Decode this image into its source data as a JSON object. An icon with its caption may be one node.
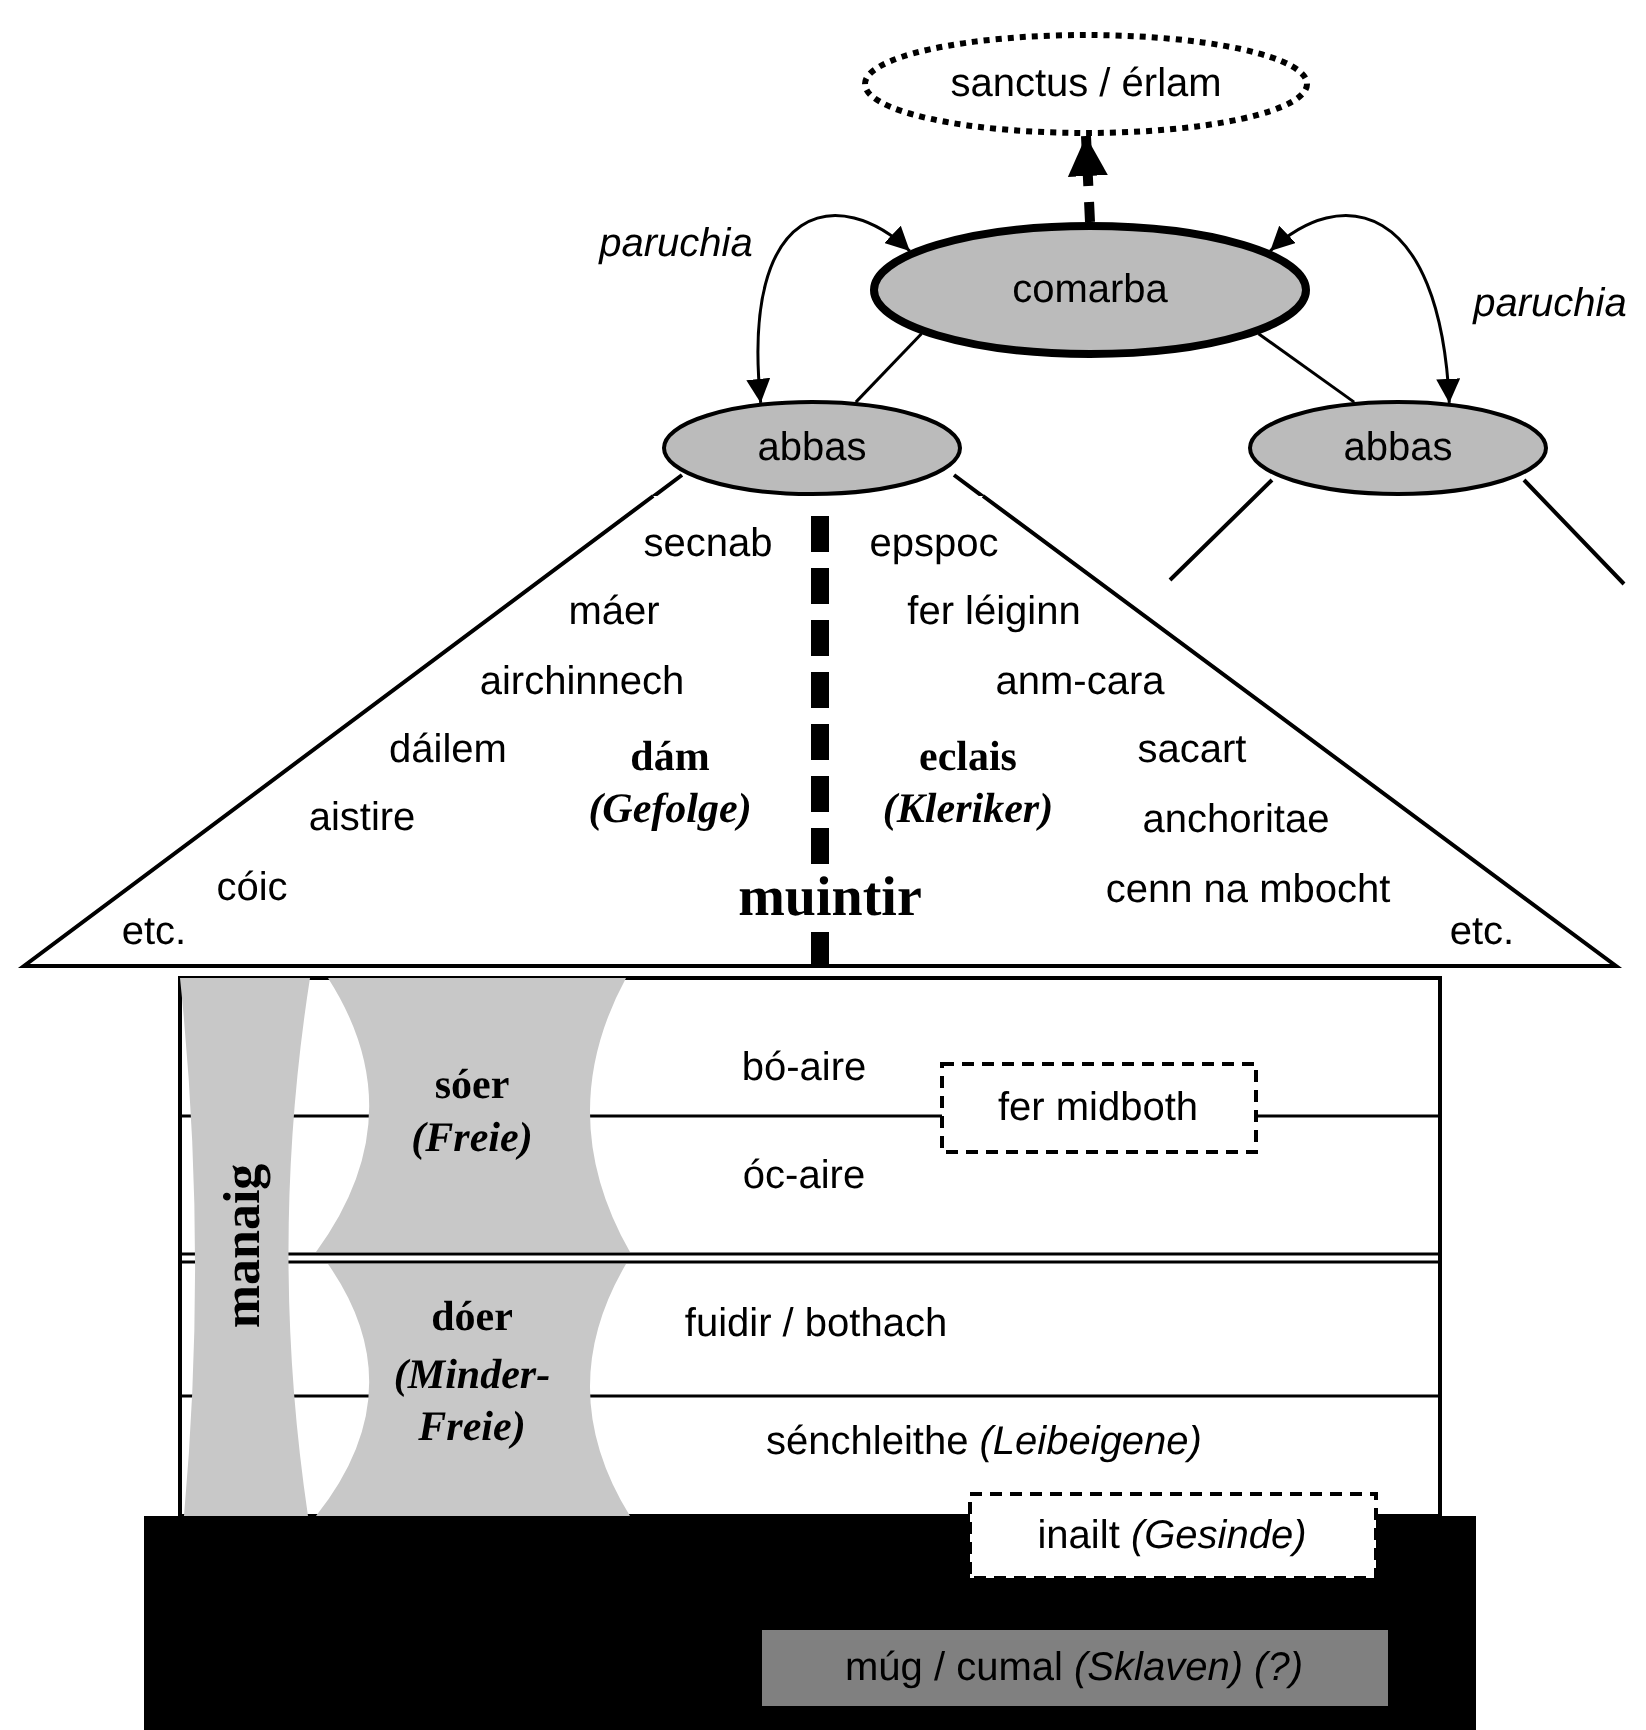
{
  "diagram": {
    "nodes": [
      {
        "text": [
          "sanctus / érlam"
        ]
      },
      {
        "text": [
          "comarba"
        ]
      },
      {
        "text": [
          "abbas"
        ]
      },
      {
        "text": [
          "abbas"
        ]
      },
      {
        "text": [
          "secnab",
          "epspoc",
          "máer",
          "fer léiginn",
          "airchinnech",
          "anm-cara",
          "dáilem",
          "dám *(Gefolge)*",
          "eclais *(Kleriker)*",
          "sacart",
          "aistire",
          "anchoritae",
          "cóic",
          "muintir",
          "cenn na mbocht",
          "etc.",
          "etc."
        ]
      },
      {
        "text": [
          "manaig"
        ]
      },
      {
        "text": [
          "sóer",
          "(Freie)"
        ]
      },
      {
        "text": [
          "fer midboth"
        ]
      },
      {
        "text": [
          "dóer",
          "(Minder-Freie)"
        ]
      },
      {
        "text": [
          "inailt *(Gesinde)*"
        ]
      },
      {
        "text": [
          "múg / cumal *(Sklaven) (?)*"
        ]
      }
    ],
    "edges": [
      {
        "from": 1,
        "to": 0,
        "arrow": "to",
        "style": "dashed"
      },
      {
        "from": 1,
        "to": 2,
        "arrow": "both",
        "label": "paruchia"
      },
      {
        "from": 1,
        "to": 3,
        "arrow": "both",
        "label": "paruchia"
      },
      {
        "from": 1,
        "to": 2,
        "arrow": "none"
      },
      {
        "from": 1,
        "to": 3,
        "arrow": "none"
      }
    ],
    "labels": [
      "bó-aire",
      "óc-aire",
      "fuidir / bothach",
      "sénchleithe *(Leibeigene)*"
    ]
  }
}
